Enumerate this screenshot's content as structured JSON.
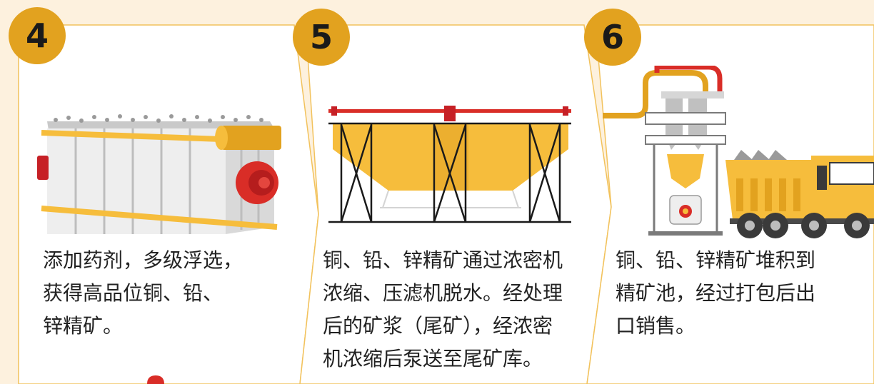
{
  "steps": [
    {
      "number": "4",
      "lines": [
        "添加药剂，多级浮选，",
        "获得高品位铜、铅、",
        "锌精矿。"
      ]
    },
    {
      "number": "5",
      "lines": [
        "铜、铅、锌精矿通过浓密机",
        "浓缩、压滤机脱水。经处理",
        "后的矿浆（尾矿），经浓密",
        "机浓缩后泵送至尾矿库。"
      ]
    },
    {
      "number": "6",
      "lines": [
        "铜、铅、锌精矿堆积到",
        "精矿池，经过打包后出",
        "口销售。"
      ]
    }
  ],
  "colors": {
    "accent": "#e2a21f",
    "panel": "#ffffff",
    "background": "#fdf1de",
    "yellow": "#f6bd3c",
    "red": "#d92d27"
  }
}
